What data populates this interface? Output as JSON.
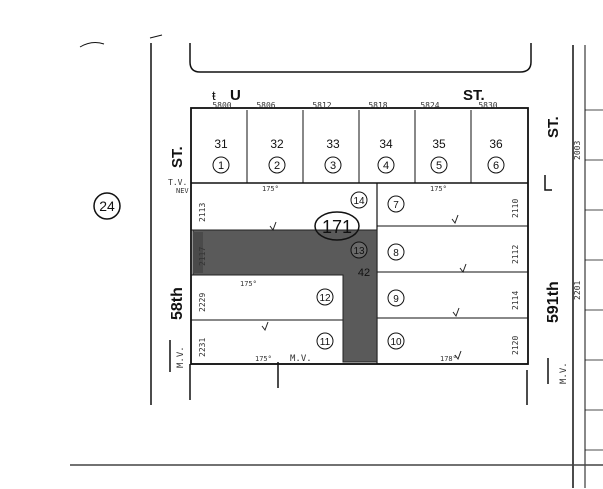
{
  "map": {
    "page_badge": "24",
    "street_top_left": "U",
    "street_top_right": "ST.",
    "street_right_top": "ST.",
    "street_left_top": "ST.",
    "street_left": "58th",
    "street_right": "591th",
    "block_number": "171",
    "address_numbers_top": [
      "5800",
      "5806",
      "5812",
      "5818",
      "5824",
      "5830"
    ],
    "address_numbers_left": [
      "2113",
      "2117",
      "2229",
      "2231"
    ],
    "address_numbers_right": [
      "2110",
      "2112",
      "2114",
      "2120"
    ],
    "address_numbers_right_far": [
      "2003",
      "2201"
    ],
    "top_lots": [
      {
        "upper": "31",
        "lower": "1"
      },
      {
        "upper": "32",
        "lower": "2"
      },
      {
        "upper": "33",
        "lower": "3"
      },
      {
        "upper": "34",
        "lower": "4"
      },
      {
        "upper": "35",
        "lower": "5"
      },
      {
        "upper": "36",
        "lower": "6"
      }
    ],
    "lower_lots": [
      "14",
      "13",
      "12",
      "11",
      "7",
      "8",
      "9",
      "10"
    ],
    "parcel_42": "42",
    "mv_labels": [
      "M.V.",
      "M.V.",
      "M.V."
    ],
    "tv_label": "T.V.",
    "nev_label": "NEV",
    "dims": [
      "175°",
      "175°",
      "175°",
      "175°",
      "178°"
    ]
  }
}
